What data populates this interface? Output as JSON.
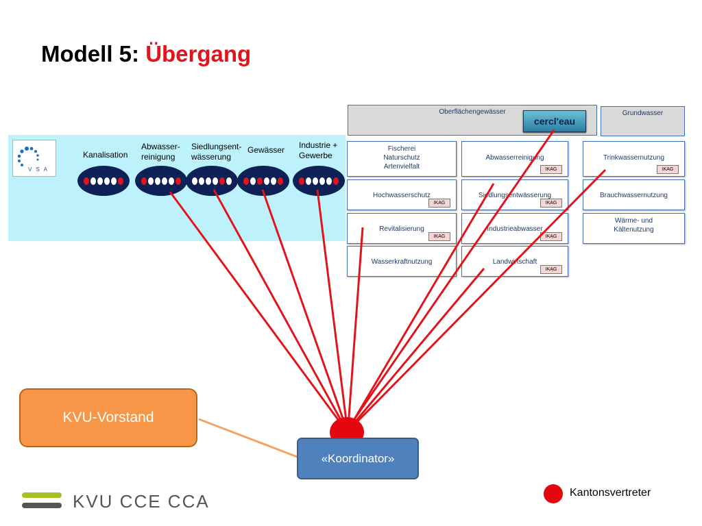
{
  "title": {
    "lead": "Modell 5: ",
    "accent": "Übergang"
  },
  "vsa_logo": {
    "text": "V S A"
  },
  "vsa_domains": [
    {
      "label": "Kanalisation",
      "dots": [
        "r",
        "w",
        "w",
        "w",
        "w",
        "r"
      ]
    },
    {
      "label": "Abwasser-\nreinigung",
      "dots": [
        "r",
        "w",
        "w",
        "w",
        "w",
        "r"
      ]
    },
    {
      "label": "Siedlungsent-\nwässerung",
      "dots": [
        "w",
        "w",
        "w",
        "w",
        "r",
        "w"
      ]
    },
    {
      "label": "Gewässer",
      "dots": [
        "r",
        "w",
        "r",
        "w",
        "w",
        "r"
      ]
    },
    {
      "label": "Industrie +\nGewerbe",
      "dots": [
        "r",
        "w",
        "w",
        "w",
        "w",
        "r"
      ]
    }
  ],
  "headers": {
    "surface": "Oberflächengewässer",
    "ground": "Grundwasser"
  },
  "cercleau": "cercl'eau",
  "water_boxes": {
    "col1": [
      {
        "label": "Fischerei\nNaturschutz\nArtenvielfalt",
        "ikag": ""
      },
      {
        "label": "Hochwasserschutz",
        "ikag": "IKAG"
      },
      {
        "label": "Revitalisierung",
        "ikag": "IKAG"
      },
      {
        "label": "Wasserkraftnutzung",
        "ikag": ""
      }
    ],
    "col2": [
      {
        "label": "Abwasserreinigung",
        "ikag": "IKAG"
      },
      {
        "label": "Siedlungsentwässerung",
        "ikag": "IKAG"
      },
      {
        "label": "Industrieabwasser",
        "ikag": "IKAG"
      },
      {
        "label": "Landwirtschaft",
        "ikag": "IKAG"
      }
    ],
    "col3": [
      {
        "label": "Trinkwassernutzung",
        "ikag": "IKAG"
      },
      {
        "label": "Brauchwassernutzung",
        "ikag": ""
      },
      {
        "label": "Wärme- und\nKältenutzung",
        "ikag": ""
      }
    ]
  },
  "kvu_vorstand": "KVU-Vorstand",
  "koordinator": "«Koordinator»",
  "legend": {
    "label": "Kantonsvertreter"
  },
  "footer": {
    "logo_text": "KVU CCE CCA"
  },
  "colors": {
    "accent_red": "#e2131b",
    "orange": "#f79646",
    "blue": "#4f81bd",
    "navy": "#0d2156",
    "light_blue": "#bdf1fc"
  }
}
